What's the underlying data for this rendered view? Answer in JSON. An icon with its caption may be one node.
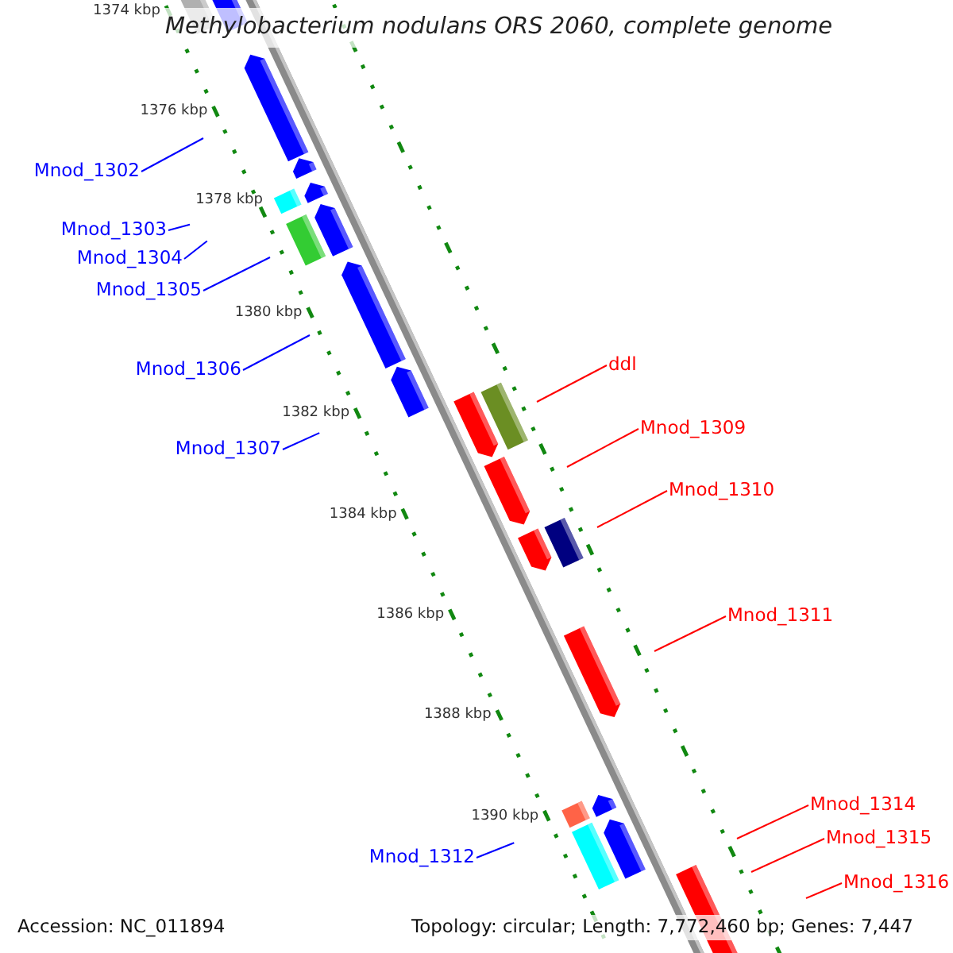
{
  "diagram": {
    "title": "Methylobacterium nodulans ORS 2060, complete genome",
    "nodes": [
      {
        "text": [
          "Mnod_1302"
        ]
      },
      {
        "text": [
          "Mnod_1303"
        ]
      },
      {
        "text": [
          "Mnod_1304"
        ]
      },
      {
        "text": [
          "Mnod_1305"
        ]
      },
      {
        "text": [
          "Mnod_1306"
        ]
      },
      {
        "text": [
          "Mnod_1307"
        ]
      },
      {
        "text": [
          "ddl"
        ]
      },
      {
        "text": [
          "Mnod_1309"
        ]
      },
      {
        "text": [
          "Mnod_1310"
        ]
      },
      {
        "text": [
          "Mnod_1311"
        ]
      },
      {
        "text": [
          "Mnod_1312"
        ]
      },
      {
        "text": [
          "Mnod_1314"
        ]
      },
      {
        "text": [
          "Mnod_1315"
        ]
      },
      {
        "text": [
          "Mnod_1316"
        ]
      }
    ],
    "edges": [
      {
        "from": 0,
        "to": null,
        "arrow": "none",
        "color": "#0000ff"
      },
      {
        "from": 1,
        "to": null,
        "arrow": "none",
        "color": "#0000ff"
      },
      {
        "from": 2,
        "to": null,
        "arrow": "none",
        "color": "#0000ff"
      },
      {
        "from": 3,
        "to": null,
        "arrow": "none",
        "color": "#0000ff"
      },
      {
        "from": 4,
        "to": null,
        "arrow": "none",
        "color": "#0000ff"
      },
      {
        "from": 5,
        "to": null,
        "arrow": "none",
        "color": "#0000ff"
      },
      {
        "from": 6,
        "to": null,
        "arrow": "none",
        "color": "#ff0000"
      },
      {
        "from": 7,
        "to": null,
        "arrow": "none",
        "color": "#ff0000"
      },
      {
        "from": 8,
        "to": null,
        "arrow": "none",
        "color": "#ff0000"
      },
      {
        "from": 9,
        "to": null,
        "arrow": "none",
        "color": "#ff0000"
      },
      {
        "from": 10,
        "to": null,
        "arrow": "none",
        "color": "#0000ff"
      },
      {
        "from": 11,
        "to": null,
        "arrow": "none",
        "color": "#ff0000"
      },
      {
        "from": 12,
        "to": null,
        "arrow": "none",
        "color": "#ff0000"
      },
      {
        "from": 13,
        "to": null,
        "arrow": "none",
        "color": "#ff0000"
      }
    ],
    "labels": [
      "1374 kbp",
      "1376 kbp",
      "1378 kbp",
      "1380 kbp",
      "1382 kbp",
      "1384 kbp",
      "1386 kbp",
      "1388 kbp",
      "1390 kbp",
      "Accession: NC_011894",
      "Topology: circular; Length: 7,772,460 bp; Genes: 7,447"
    ]
  }
}
